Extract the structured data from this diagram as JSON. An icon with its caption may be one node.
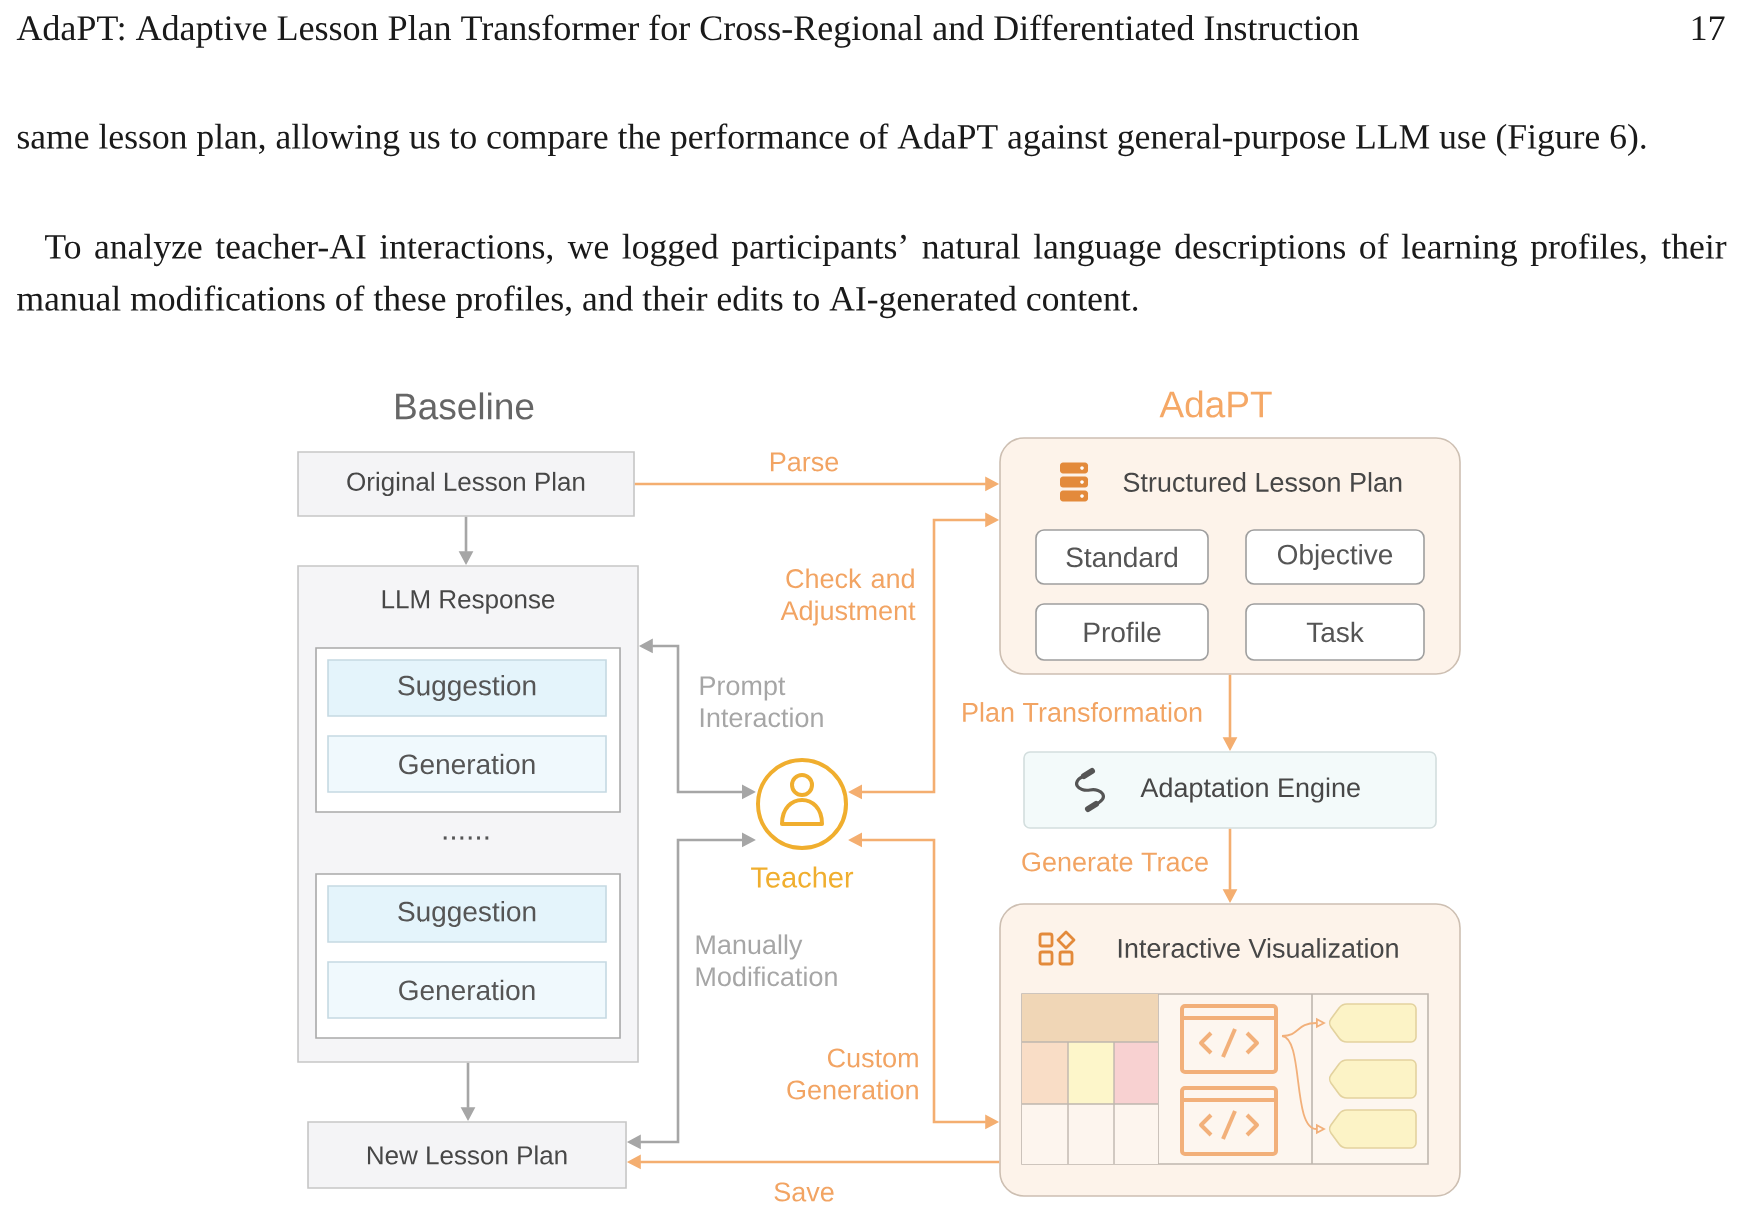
{
  "diagram": {
    "nodes": [
      {
        "text": [
          "Original Lesson Plan"
        ]
      },
      {
        "text": [
          "LLM Response"
        ]
      },
      {
        "text": [],
        "shape": "box",
        "in": 1
      },
      {
        "text": [
          "Suggestion"
        ],
        "in": 2
      },
      {
        "text": [
          "Generation"
        ],
        "in": 2
      },
      {
        "text": [],
        "shape": "box",
        "in": 1
      },
      {
        "text": [
          "Suggestion"
        ],
        "in": 5
      },
      {
        "text": [
          "Generation"
        ],
        "in": 5
      },
      {
        "text": [
          "New Lesson Plan"
        ]
      },
      {
        "text": [
          "Teacher"
        ]
      },
      {
        "text": [
          "Structured Lesson Plan"
        ]
      },
      {
        "text": [
          "Standard"
        ],
        "in": 10
      },
      {
        "text": [
          "Objective"
        ],
        "in": 10
      },
      {
        "text": [
          "Profile"
        ],
        "in": 10
      },
      {
        "text": [
          "Task"
        ],
        "in": 10
      },
      {
        "text": [
          "Adaptation Engine"
        ]
      },
      {
        "text": [
          "Interactive Visualization"
        ]
      }
    ],
    "edges": [
      {
        "from": 0,
        "to": 1,
        "arrow": "to",
        "color": "#a6a6a6"
      },
      {
        "from": 1,
        "to": 8,
        "arrow": "to",
        "color": "#a6a6a6"
      },
      {
        "from": 0,
        "to": 10,
        "arrow": "to",
        "label": "Parse"
      },
      {
        "from": 9,
        "to": 1,
        "arrow": "both",
        "label": "Prompt Interaction",
        "color": "#a6a6a6"
      },
      {
        "from": 9,
        "to": 10,
        "arrow": "both",
        "label": "Check and Adjustment"
      },
      {
        "from": 10,
        "to": 15,
        "arrow": "to",
        "label": "Plan Transformation"
      },
      {
        "from": 15,
        "to": 16,
        "arrow": "to",
        "label": "Generate Trace"
      },
      {
        "from": 9,
        "to": 8,
        "arrow": "both",
        "label": "Manually Modification",
        "color": "#a6a6a6"
      },
      {
        "from": 9,
        "to": 16,
        "arrow": "both",
        "label": "Custom Generation"
      },
      {
        "from": 16,
        "to": 8,
        "arrow": "to",
        "label": "Save"
      }
    ],
    "labels": [
      "AdaPT: Adaptive Lesson Plan Transformer for Cross-Regional and Differentiated Instruction",
      "17",
      "same lesson plan, allowing us to compare the performance of AdaPT against general-purpose LLM use (Figure 6).",
      "To analyze teacher-AI interactions, we logged participants’ natural language descriptions of learning profiles, their manual modifications of these profiles, and their edits to AI-generated content.",
      "Baseline",
      "AdaPT",
      "......"
    ]
  }
}
